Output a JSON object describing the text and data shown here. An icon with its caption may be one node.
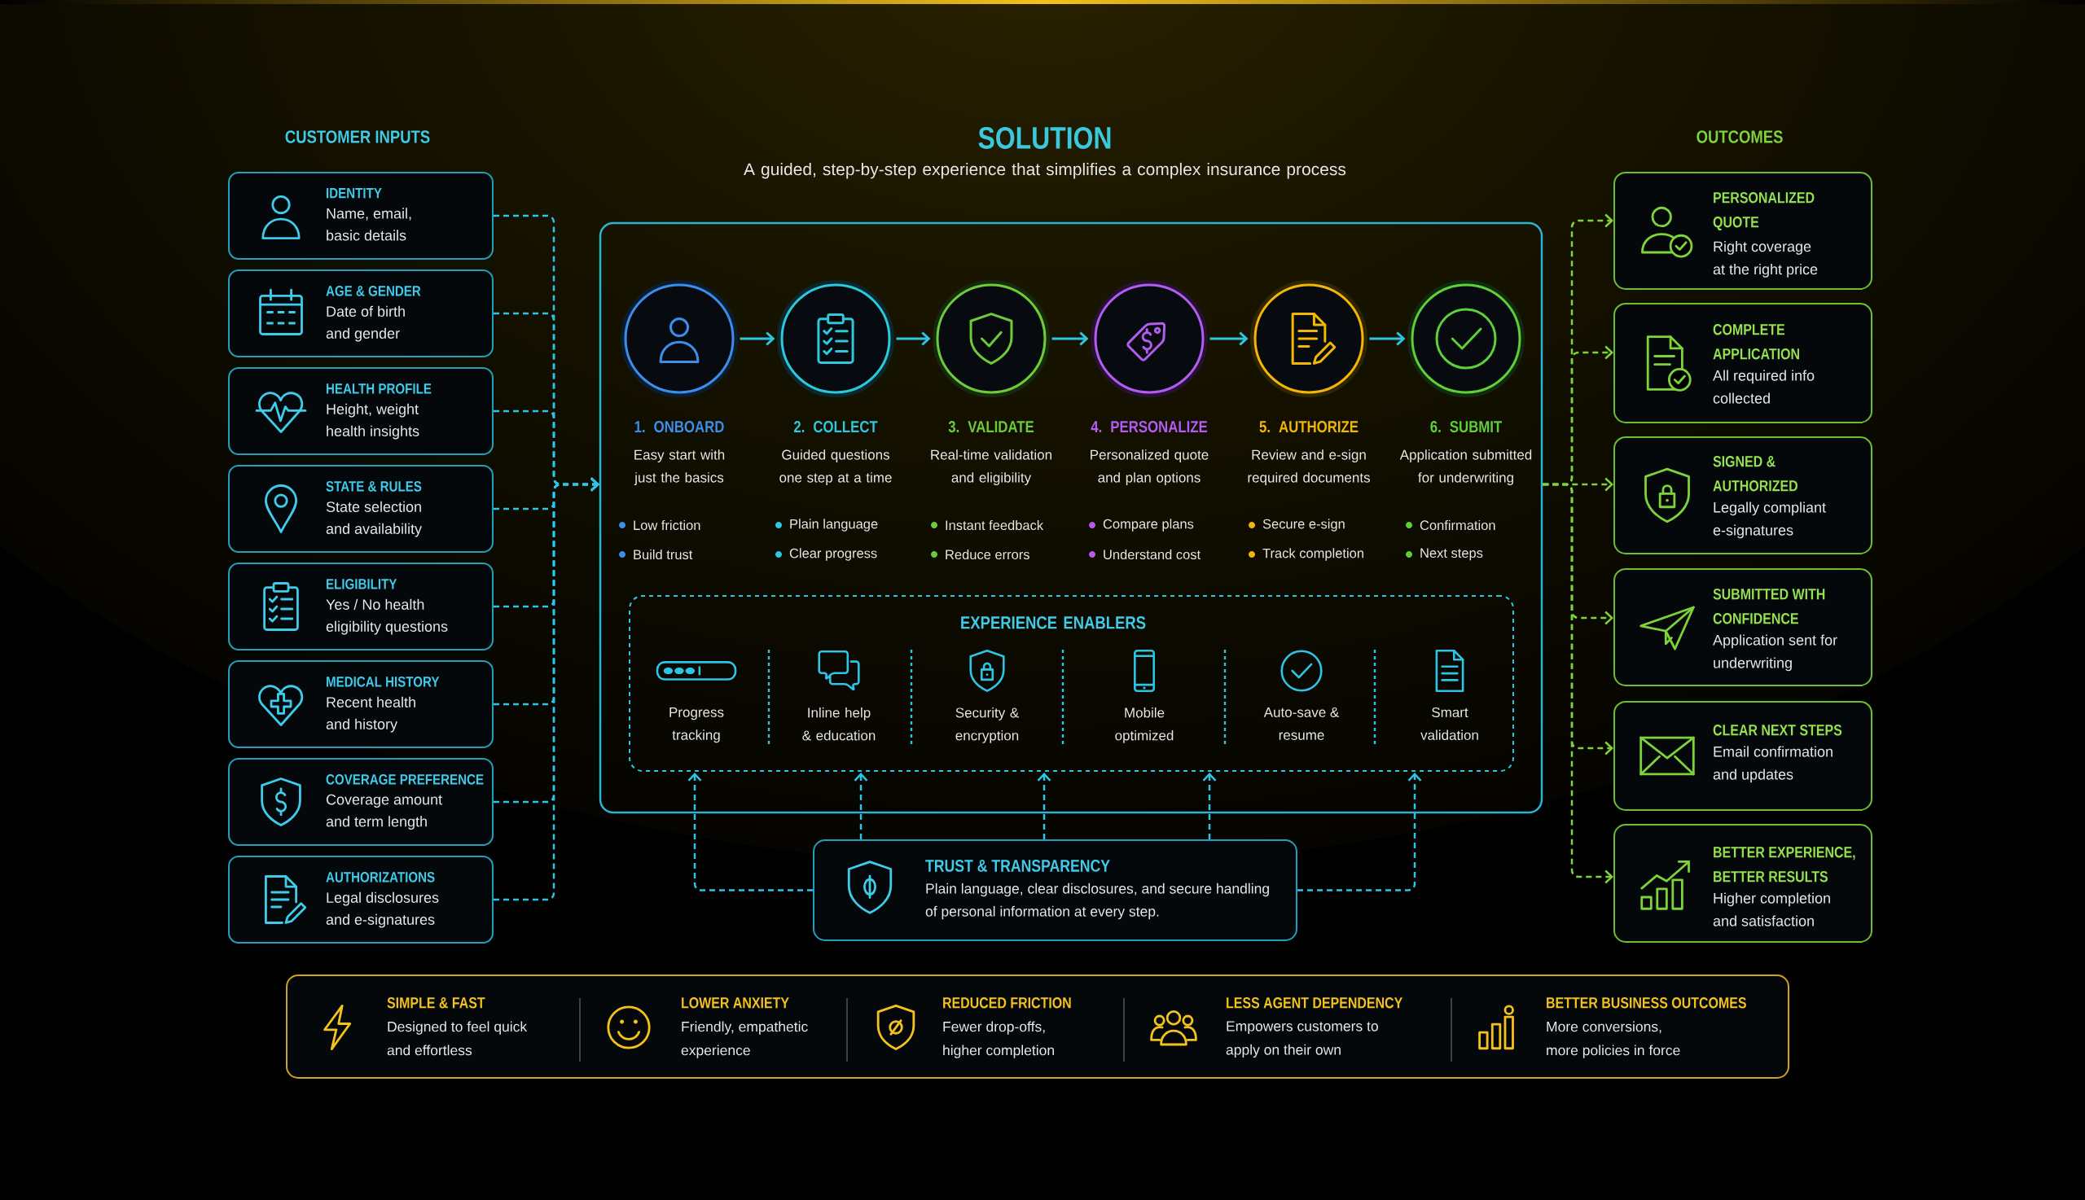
{
  "diagram": {
    "nodes": [
      {
        "text": [
          "IDENTITY",
          "Name, email, basic details"
        ]
      },
      {
        "text": [
          "AGE & GENDER",
          "Date of birth and gender"
        ]
      },
      {
        "text": [
          "HEALTH PROFILE",
          "Height, weight health insights"
        ]
      },
      {
        "text": [
          "STATE & RULES",
          "State selection and availability"
        ]
      },
      {
        "text": [
          "ELIGIBILITY",
          "Yes / No health eligibility questions"
        ]
      },
      {
        "text": [
          "MEDICAL HISTORY",
          "Recent health and history"
        ]
      },
      {
        "text": [
          "COVERAGE PREFERENCE",
          "Coverage amount and term length"
        ]
      },
      {
        "text": [
          "AUTHORIZATIONS",
          "Legal disclosures and e-signatures"
        ]
      },
      {
        "text": [
          "SOLUTION",
          "A guided, step-by-step experience that simplifies a complex insurance process"
        ]
      },
      {
        "text": [
          "1. ONBOARD",
          "Easy start with just the basics",
          "Low friction",
          "Build trust"
        ],
        "in": 8
      },
      {
        "text": [
          "2. COLLECT",
          "Guided questions one step at a time",
          "Plain language",
          "Clear progress"
        ],
        "in": 8
      },
      {
        "text": [
          "3. VALIDATE",
          "Real-time validation and eligibility",
          "Instant feedback",
          "Reduce errors"
        ],
        "in": 8
      },
      {
        "text": [
          "4. PERSONALIZE",
          "Personalized quote and plan options",
          "Compare plans",
          "Understand cost"
        ],
        "in": 8
      },
      {
        "text": [
          "5. AUTHORIZE",
          "Review and e-sign required documents",
          "Secure e-sign",
          "Track completion"
        ],
        "in": 8
      },
      {
        "text": [
          "6. SUBMIT",
          "Application submitted for underwriting",
          "Confirmation",
          "Next steps"
        ],
        "in": 8
      },
      {
        "text": [
          "EXPERIENCE ENABLERS"
        ],
        "in": 8
      },
      {
        "text": [
          "Progress tracking"
        ],
        "in": 15
      },
      {
        "text": [
          "Inline help & education"
        ],
        "in": 15
      },
      {
        "text": [
          "Security & encryption"
        ],
        "in": 15
      },
      {
        "text": [
          "Mobile optimized"
        ],
        "in": 15
      },
      {
        "text": [
          "Auto-save & resume"
        ],
        "in": 15
      },
      {
        "text": [
          "Smart validation"
        ],
        "in": 15
      },
      {
        "text": [
          "TRUST & TRANSPARENCY",
          "Plain language, clear disclosures, and secure handling of personal information at every step."
        ]
      },
      {
        "text": [
          "PERSONALIZED QUOTE",
          "Right coverage at the right price"
        ]
      },
      {
        "text": [
          "COMPLETE APPLICATION",
          "All required info collected"
        ]
      },
      {
        "text": [
          "SIGNED & AUTHORIZED",
          "Legally compliant e-signatures"
        ]
      },
      {
        "text": [
          "SUBMITTED WITH CONFIDENCE",
          "Application sent for underwriting"
        ]
      },
      {
        "text": [
          "CLEAR NEXT STEPS",
          "Email confirmation and updates"
        ]
      },
      {
        "text": [
          "BETTER EXPERIENCE, BETTER RESULTS",
          "Higher completion and satisfaction"
        ]
      },
      {
        "text": [],
        "shape": "box"
      },
      {
        "text": [
          "SIMPLE & FAST",
          "Designed to feel quick and effortless"
        ],
        "in": 29
      },
      {
        "text": [
          "LOWER ANXIETY",
          "Friendly, empathetic experience"
        ],
        "in": 29
      },
      {
        "text": [
          "REDUCED FRICTION",
          "Fewer drop-offs, higher completion"
        ],
        "in": 29
      },
      {
        "text": [
          "LESS AGENT DEPENDENCY",
          "Empowers customers to apply on their own"
        ],
        "in": 29
      },
      {
        "text": [
          "BETTER BUSINESS OUTCOMES",
          "More conversions, more policies in force"
        ],
        "in": 29
      }
    ],
    "edges": [
      {
        "from": 0,
        "to": 8,
        "arrow": "to",
        "style": "dashed"
      },
      {
        "from": 1,
        "to": 8,
        "arrow": "to",
        "style": "dashed"
      },
      {
        "from": 2,
        "to": 8,
        "arrow": "to",
        "style": "dashed"
      },
      {
        "from": 3,
        "to": 8,
        "arrow": "to",
        "style": "dashed"
      },
      {
        "from": 4,
        "to": 8,
        "arrow": "to",
        "style": "dashed"
      },
      {
        "from": 5,
        "to": 8,
        "arrow": "to",
        "style": "dashed"
      },
      {
        "from": 6,
        "to": 8,
        "arrow": "to",
        "style": "dashed"
      },
      {
        "from": 7,
        "to": 8,
        "arrow": "to",
        "style": "dashed"
      },
      {
        "from": 9,
        "to": 10,
        "arrow": "to"
      },
      {
        "from": 10,
        "to": 11,
        "arrow": "to"
      },
      {
        "from": 11,
        "to": 12,
        "arrow": "to"
      },
      {
        "from": 12,
        "to": 13,
        "arrow": "to"
      },
      {
        "from": 13,
        "to": 14,
        "arrow": "to"
      },
      {
        "from": 22,
        "to": 15,
        "arrow": "to",
        "style": "dashed"
      },
      {
        "from": 22,
        "to": 15,
        "arrow": "to",
        "style": "dashed"
      },
      {
        "from": 22,
        "to": 15,
        "arrow": "to",
        "style": "dashed"
      },
      {
        "from": 22,
        "to": 15,
        "arrow": "to",
        "style": "dashed"
      },
      {
        "from": 22,
        "to": 15,
        "arrow": "to",
        "style": "dashed"
      },
      {
        "from": 8,
        "to": 23,
        "arrow": "to",
        "style": "dashed",
        "color": "#7ed23a"
      },
      {
        "from": 8,
        "to": 24,
        "arrow": "to",
        "style": "dashed",
        "color": "#7ed23a"
      },
      {
        "from": 8,
        "to": 25,
        "arrow": "to",
        "style": "dashed",
        "color": "#7ed23a"
      },
      {
        "from": 8,
        "to": 26,
        "arrow": "to",
        "style": "dashed",
        "color": "#7ed23a"
      },
      {
        "from": 8,
        "to": 27,
        "arrow": "to",
        "style": "dashed",
        "color": "#7ed23a"
      },
      {
        "from": 8,
        "to": 28,
        "arrow": "to",
        "style": "dashed",
        "color": "#7ed23a"
      }
    ],
    "labels": [
      "CUSTOMER INPUTS",
      "OUTCOMES"
    ]
  }
}
